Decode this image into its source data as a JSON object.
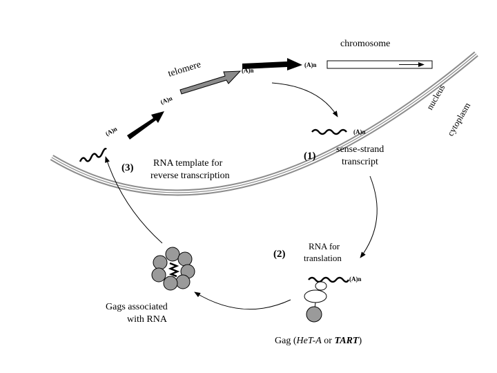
{
  "labels": {
    "chromosome": "chromosome",
    "telomere": "telomere",
    "nucleus": "nucleus",
    "cytoplasm": "cytoplasm",
    "polyA": "(A)n",
    "step1_num": "(1)",
    "step1_line1": "sense-strand",
    "step1_line2": "transcript",
    "step2_num": "(2)",
    "step2_line1": "RNA for",
    "step2_line2": "translation",
    "step3_num": "(3)",
    "step3_line1": "RNA template for",
    "step3_line2": "reverse transcription",
    "gags_line1": "Gags associated",
    "gags_line2": "with RNA",
    "gag_prefix": "Gag (",
    "gag_hetA": "HeT-A",
    "gag_or": " or ",
    "gag_tart": "TART",
    "gag_suffix": ")"
  },
  "colors": {
    "membrane": "#8c8c8c",
    "gray_element": "#8a8a8a",
    "black_element": "#000000",
    "gag_sphere": "#9a9a9a"
  }
}
